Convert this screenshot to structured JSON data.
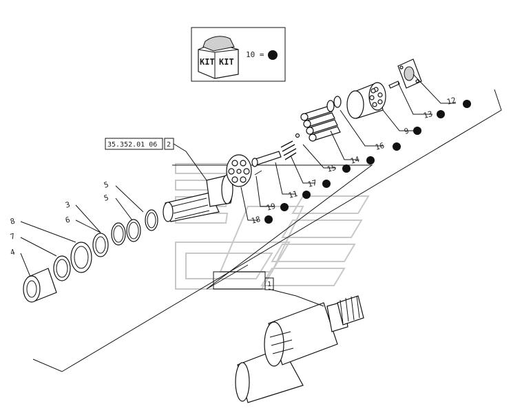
{
  "kit_box": {
    "label_left": "KIT",
    "label_right": "KIT",
    "legend": "10 ="
  },
  "ref_box": {
    "code": "35.352.01 06",
    "item": "2"
  },
  "main_item": "1",
  "callouts": [
    "12",
    "13",
    "9",
    "16",
    "14",
    "15",
    "17",
    "11",
    "19",
    "18",
    "5",
    "5",
    "3",
    "6",
    "8",
    "7",
    "4"
  ],
  "colors": {
    "line": "#111111",
    "dot": "#111111",
    "watermark": "#c8c8c8"
  }
}
